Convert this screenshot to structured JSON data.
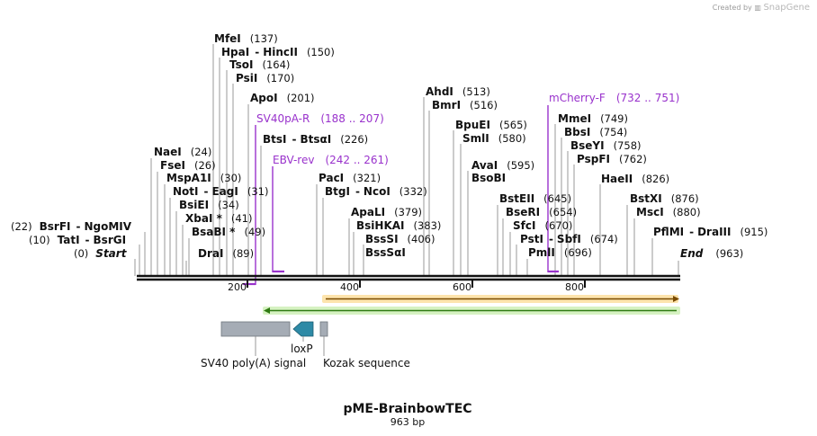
{
  "credit": {
    "prefix": "Created by",
    "brand": "SnapGene"
  },
  "plasmid": {
    "name": "pME-BrainbowTEC",
    "size_label": "963 bp",
    "length": 963
  },
  "ruler": {
    "ticks": [
      200,
      400,
      600,
      800
    ]
  },
  "enzymes": [
    {
      "name": "MfeI",
      "pos": "(137)",
      "site": 137
    },
    {
      "name": "HpaI",
      "alt": "HincII",
      "pos": "(150)",
      "site": 150
    },
    {
      "name": "TsoI",
      "pos": "(164)",
      "site": 164
    },
    {
      "name": "PsiI",
      "pos": "(170)",
      "site": 170
    },
    {
      "name": "ApoI",
      "pos": "(201)",
      "site": 201
    },
    {
      "name": "BtsI",
      "alt": "BtsαI",
      "pos": "(226)",
      "site": 226
    },
    {
      "name": "NaeI",
      "pos": "(24)",
      "site": 24
    },
    {
      "name": "FseI",
      "pos": "(26)",
      "site": 26
    },
    {
      "name": "MspA1I",
      "pos": "(30)",
      "site": 30
    },
    {
      "name": "NotI",
      "alt": "EagI",
      "pos": "(31)",
      "site": 31
    },
    {
      "name": "BsiEI",
      "pos": "(34)",
      "site": 34
    },
    {
      "name": "XbaI *",
      "pos": "(41)",
      "site": 41
    },
    {
      "name": "BsaBI *",
      "pos": "(49)",
      "site": 49
    },
    {
      "name": "BsrFI",
      "alt": "NgoMIV",
      "pos": "(22)",
      "site": 22
    },
    {
      "name": "TatI",
      "alt": "BsrGI",
      "pos": "(10)",
      "site": 10
    },
    {
      "name": "Start",
      "pos": "(0)",
      "site": 0
    },
    {
      "name": "DraI",
      "pos": "(89)",
      "site": 89
    },
    {
      "name": "PacI",
      "pos": "(321)",
      "site": 321
    },
    {
      "name": "BtgI",
      "alt": "NcoI",
      "pos": "(332)",
      "site": 332
    },
    {
      "name": "ApaLI",
      "pos": "(379)",
      "site": 379
    },
    {
      "name": "BsiHKAI",
      "pos": "(383)",
      "site": 383
    },
    {
      "name": "BssSI",
      "pos": "(406)",
      "site": 406
    },
    {
      "name": "BssSαI",
      "pos": "",
      "site": 406
    },
    {
      "name": "AhdI",
      "pos": "(513)",
      "site": 513
    },
    {
      "name": "BmrI",
      "pos": "(516)",
      "site": 516
    },
    {
      "name": "BpuEI",
      "pos": "(565)",
      "site": 565
    },
    {
      "name": "SmlI",
      "pos": "(580)",
      "site": 580
    },
    {
      "name": "AvaI",
      "pos": "(595)",
      "site": 595
    },
    {
      "name": "BsoBI",
      "pos": "",
      "site": 595
    },
    {
      "name": "BstEII",
      "pos": "(645)",
      "site": 645
    },
    {
      "name": "BseRI",
      "pos": "(654)",
      "site": 654
    },
    {
      "name": "SfcI",
      "pos": "(670)",
      "site": 670
    },
    {
      "name": "PstI",
      "alt": "SbfI",
      "pos": "(674)",
      "site": 674
    },
    {
      "name": "PmlI",
      "pos": "(696)",
      "site": 696
    },
    {
      "name": "MmeI",
      "pos": "(749)",
      "site": 749
    },
    {
      "name": "BbsI",
      "pos": "(754)",
      "site": 754
    },
    {
      "name": "BseYI",
      "pos": "(758)",
      "site": 758
    },
    {
      "name": "PspFI",
      "pos": "(762)",
      "site": 762
    },
    {
      "name": "HaeII",
      "pos": "(826)",
      "site": 826
    },
    {
      "name": "BstXI",
      "pos": "(876)",
      "site": 876
    },
    {
      "name": "MscI",
      "pos": "(880)",
      "site": 880
    },
    {
      "name": "PflMI",
      "alt": "DraIII",
      "pos": "(915)",
      "site": 915
    },
    {
      "name": "End",
      "pos": "(963)",
      "site": 963
    }
  ],
  "primers": [
    {
      "name": "SV40pA-R",
      "range": "(188 .. 207)"
    },
    {
      "name": "EBV-rev",
      "range": "(242 .. 261)"
    },
    {
      "name": "mCherry-F",
      "range": "(732 .. 751)"
    }
  ],
  "features": [
    {
      "name": "SV40 poly(A) signal",
      "color": "#a5acb5"
    },
    {
      "name": "loxP",
      "color": "#2e8aa6"
    },
    {
      "name": "Kozak sequence",
      "color": "#a5acb5"
    }
  ],
  "orfs": [
    {
      "color": "#f0a020",
      "direction": "forward"
    },
    {
      "color": "#66cc33",
      "direction": "reverse"
    }
  ],
  "colors": {
    "primer": "#9932cc",
    "backbone": "#111111"
  }
}
